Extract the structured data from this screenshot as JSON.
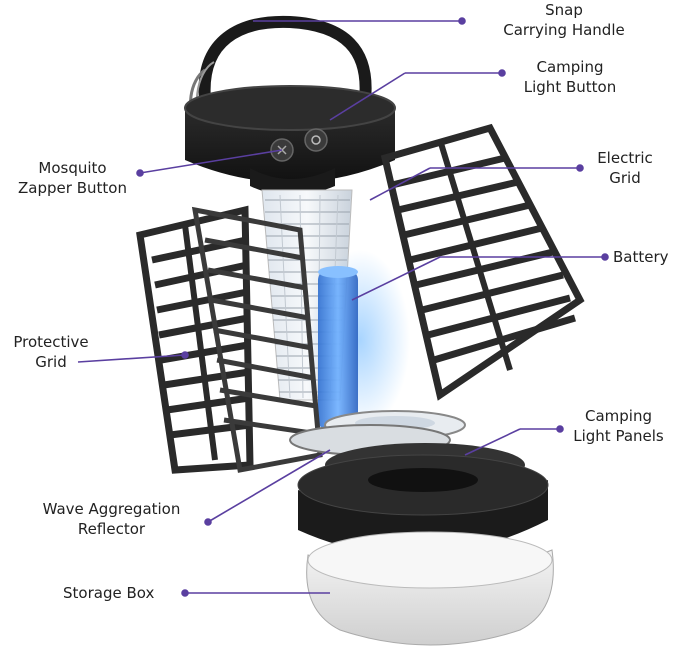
{
  "diagram": {
    "accent_color": "#5a3fa0",
    "callouts": [
      {
        "id": "snap",
        "lines": [
          "Snap",
          "Carrying Handle"
        ]
      },
      {
        "id": "camping-button",
        "lines": [
          "Camping",
          "Light Button"
        ]
      },
      {
        "id": "mosquito",
        "lines": [
          "Mosquito",
          "Zapper Button"
        ]
      },
      {
        "id": "electric",
        "lines": [
          "Electric",
          "Grid"
        ]
      },
      {
        "id": "battery",
        "lines": [
          "Battery"
        ]
      },
      {
        "id": "protective",
        "lines": [
          "Protective",
          "Grid"
        ]
      },
      {
        "id": "panels",
        "lines": [
          "Camping",
          "Light Panels"
        ]
      },
      {
        "id": "wave",
        "lines": [
          "Wave Aggregation",
          "Reflector"
        ]
      },
      {
        "id": "storage",
        "lines": [
          "Storage Box"
        ]
      }
    ]
  }
}
